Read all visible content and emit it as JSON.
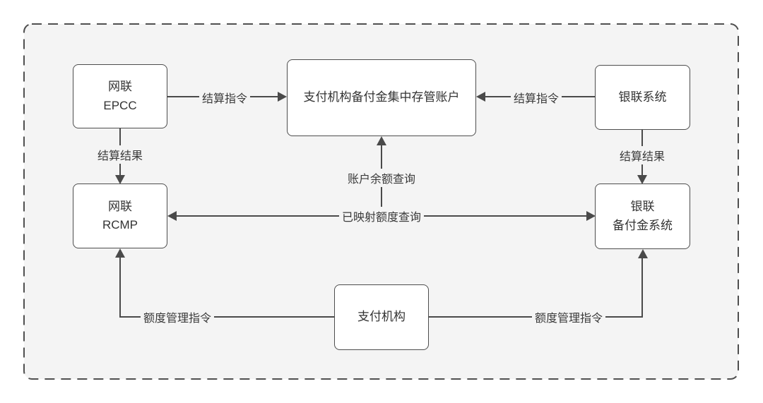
{
  "diagram": {
    "title": "payment-institution-reserve-funds-clearing-architecture",
    "colors": {
      "canvas_background": "#f4f4f4",
      "node_background": "#ffffff",
      "stroke": "#4a4a4a",
      "text": "#333333"
    },
    "nodes": {
      "epcc": {
        "line1": "网联",
        "line2": "EPCC"
      },
      "custody_account": {
        "label": "支付机构备付金集中存管账户"
      },
      "unionpay_system": {
        "label": "银联系统"
      },
      "rcmp": {
        "line1": "网联",
        "line2": "RCMP"
      },
      "unionpay_reserve": {
        "line1": "银联",
        "line2": "备付金系统"
      },
      "payment_institution": {
        "label": "支付机构"
      }
    },
    "edges": {
      "epcc_to_custody": {
        "label": "结算指令"
      },
      "unionpay_to_custody": {
        "label": "结算指令"
      },
      "epcc_to_rcmp": {
        "label": "结算结果"
      },
      "unionpay_to_reserve": {
        "label": "结算结果"
      },
      "mapped_quota_query": {
        "label": "已映射额度查询"
      },
      "account_balance_query": {
        "label": "账户余额查询"
      },
      "quota_mgmt_to_rcmp": {
        "label": "额度管理指令"
      },
      "quota_mgmt_to_reserve": {
        "label": "额度管理指令"
      }
    }
  }
}
